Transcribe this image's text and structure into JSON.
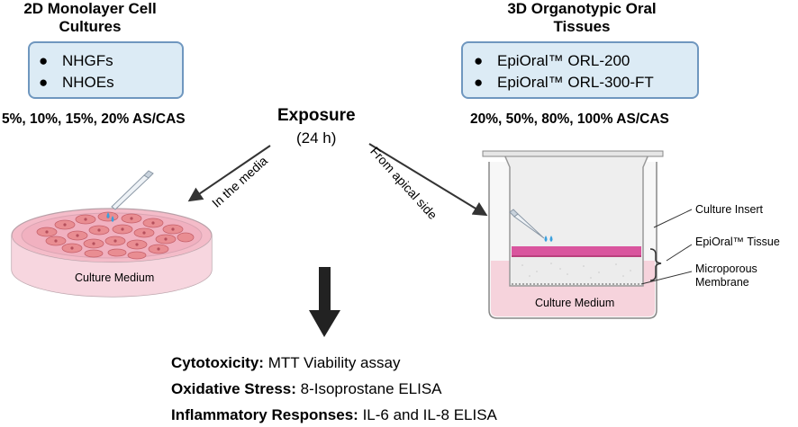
{
  "left_panel": {
    "title_line1": "2D Monolayer Cell",
    "title_line2": "Cultures",
    "bullets": [
      "NHGFs",
      "NHOEs"
    ],
    "concentrations": "5%, 10%, 15%,  20% AS/CAS",
    "dish_label": "Culture Medium",
    "arrow_label": "In the media"
  },
  "right_panel": {
    "title_line1": "3D Organotypic Oral",
    "title_line2": "Tissues",
    "bullets": [
      "EpiOral™ ORL-200",
      "EpiOral™ ORL-300-FT"
    ],
    "concentrations": "20%, 50%, 80%, 100%  AS/CAS",
    "arrow_label": "From apical side",
    "insert_labels": {
      "culture_insert": "Culture Insert",
      "tissue": "EpiOral™ Tissue",
      "membrane_line1": "Microporous",
      "membrane_line2": "Membrane",
      "medium": "Culture Medium"
    }
  },
  "center": {
    "exposure": "Exposure",
    "duration": "(24 h)"
  },
  "outcomes": [
    {
      "label": "Cytotoxicity:",
      "assay": "MTT Viability assay"
    },
    {
      "label": "Oxidative Stress:",
      "assay": "8-Isoprostane ELISA"
    },
    {
      "label": "Inflammatory Responses:",
      "assay": "IL-6 and IL-8 ELISA"
    }
  ],
  "colors": {
    "box_fill": "#dcebf5",
    "box_border": "#6f97bf",
    "medium_pink": "#f6d5dc",
    "tissue_magenta": "#d9559e",
    "cell_fill": "#ea8a8f",
    "droplet_blue": "#4aa8e0"
  }
}
